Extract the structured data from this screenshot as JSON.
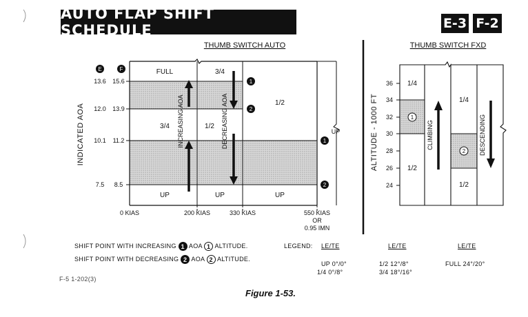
{
  "title": "AUTO FLAP SHIFT SCHEDULE",
  "badges": [
    "E-3",
    "F-2"
  ],
  "left_chart": {
    "header": "THUMB SWITCH AUTO",
    "y_axis_label": "INDICATED AOA",
    "col_markers": [
      "E",
      "F"
    ],
    "y_ticks": [
      {
        "e": "13.6",
        "f": "15.6"
      },
      {
        "e": "12.0",
        "f": "13.9"
      },
      {
        "e": "10.1",
        "f": "11.2"
      },
      {
        "e": "7.5",
        "f": "8.5"
      }
    ],
    "x_ticks": [
      "0 KIAS",
      "200 KIAS",
      "330 KIAS",
      "550 KIAS",
      "OR",
      "0.95 IMN"
    ],
    "regions": {
      "full": "FULL",
      "three_quarter_top": "3/4",
      "three_quarter_mid": "3/4",
      "half_mid": "1/2",
      "half_right": "1/2",
      "up_1": "UP",
      "up_2": "UP",
      "up_3": "UP",
      "up_right": "UP"
    },
    "arrow_labels": {
      "increasing": "INCREASING AOA",
      "decreasing": "DECREASING AOA"
    },
    "markers": {
      "one": "1",
      "two": "2"
    }
  },
  "right_chart": {
    "header": "THUMB SWITCH FXD",
    "y_axis_label": "ALTITUDE - 1000 FT",
    "y_ticks": [
      "36",
      "34",
      "32",
      "30",
      "28",
      "26",
      "24"
    ],
    "labels": {
      "quarter_left": "1/4",
      "half_left": "1/2",
      "quarter_right": "1/4",
      "half_right": "1/2",
      "climbing": "CLIMBING",
      "descending": "DESCENDING"
    },
    "markers": {
      "one": "1",
      "two": "2"
    }
  },
  "legend": {
    "shift_inc": "SHIFT POINT WITH INCREASING",
    "shift_dec": "SHIFT POINT WITH DECREASING",
    "aoa": "AOA",
    "altitude": "ALTITUDE.",
    "legend_label": "LEGEND:",
    "lete": "LE/TE",
    "col1_l1": "UP  0°/0°",
    "col1_l2": "1/4  0°/8°",
    "col2_l1": "1/2  12°/8°",
    "col2_l2": "3/4  18°/16°",
    "col3_l1": "FULL  24°/20°",
    "one": "1",
    "two": "2"
  },
  "ref": "F-5 1-202(3)",
  "figure": "Figure 1-53."
}
